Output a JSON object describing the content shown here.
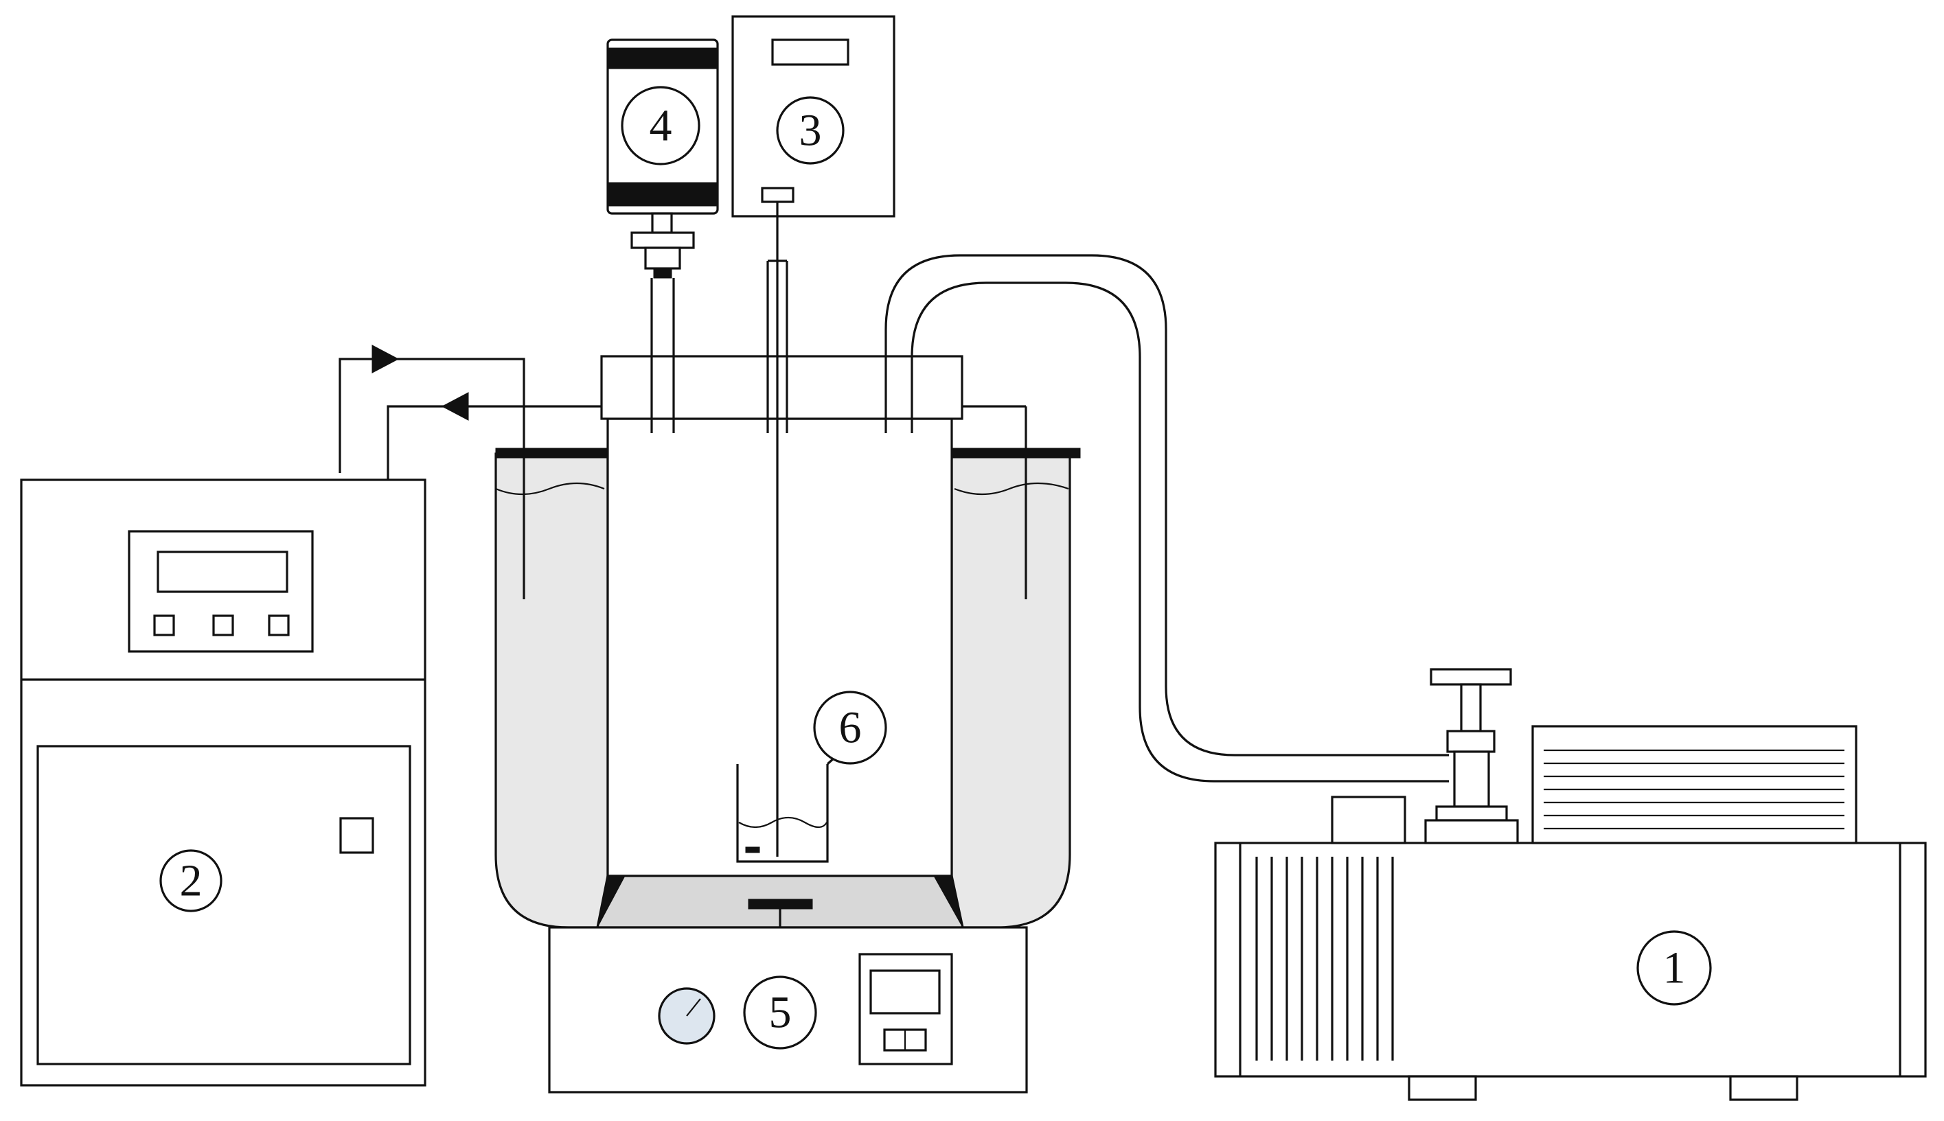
{
  "labels": {
    "vacuum_pump": "1",
    "controller_left": "2",
    "controller_top": "3",
    "vacuum_gauge": "4",
    "stirrer_plate": "5",
    "beaker": "6"
  },
  "colors": {
    "stroke": "#111111",
    "bath_fill": "#e8e8e8",
    "background": "#ffffff"
  }
}
